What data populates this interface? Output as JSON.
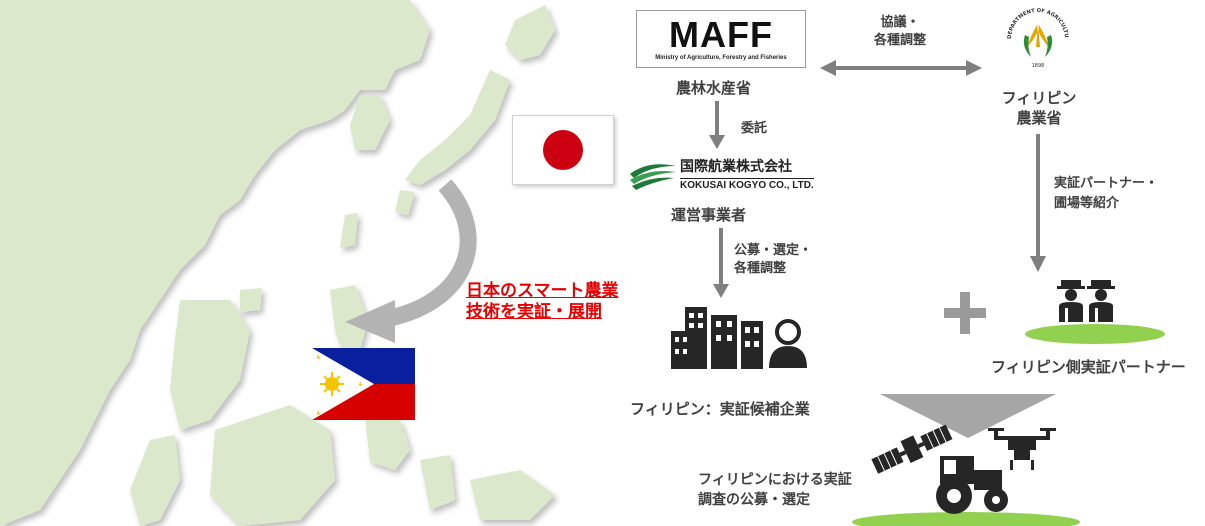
{
  "maff": {
    "logo_text": "MAFF",
    "logo_subtitle": "Ministry of Agriculture, Forestry and Fisheries",
    "label": "農林水産省"
  },
  "da": {
    "seal_text": "DEPARTMENT OF AGRICULTURE",
    "seal_year": "1898",
    "label_line1": "フィリピン",
    "label_line2": "農業省"
  },
  "arrows": {
    "consult_line1": "協議・",
    "consult_line2": "各種調整",
    "commission": "委託",
    "recruit_line1": "公募・選定・",
    "recruit_line2": "各種調整",
    "partner_line1": "実証パートナー・",
    "partner_line2": "圃場等紹介"
  },
  "kokusai": {
    "name_jp": "国際航業株式会社",
    "name_en": "KOKUSAI KOGYO CO., LTD.",
    "label": "運営事業者"
  },
  "candidates": {
    "label": "フィリピン：実証候補企業"
  },
  "partners": {
    "label": "フィリピン側実証パートナー"
  },
  "result": {
    "line1": "フィリピンにおける実証",
    "line2": "調査の公募・選定"
  },
  "map_caption": {
    "line1": "日本のスマート農業",
    "line2": "技術を実証・展開"
  },
  "colors": {
    "land": "#dce8cc",
    "sea": "#ffffff",
    "arrow": "#7f7f7f",
    "accent_red": "#e60000",
    "grass": "#92d050",
    "icon_dark": "#262626",
    "japan_red": "#cc0011",
    "ph_blue": "#0a1f9e",
    "ph_red": "#d60000",
    "ph_sun": "#f5c400"
  }
}
